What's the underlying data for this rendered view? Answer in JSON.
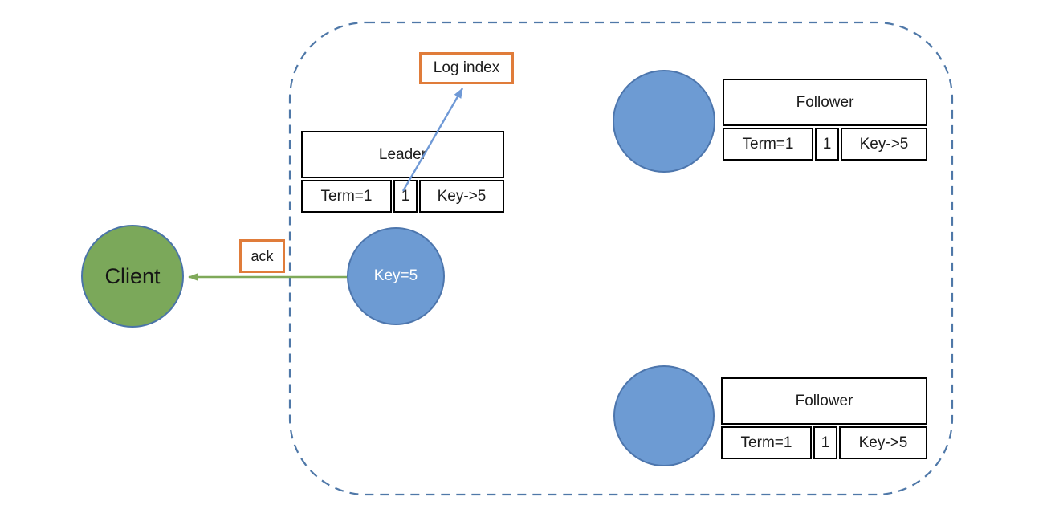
{
  "colors": {
    "client_fill": "#7ba85a",
    "node_fill": "#6d9bd3",
    "node_stroke": "#4d76ad",
    "accent_orange": "#e07c3a",
    "boundary_dash_blue": "#4f78a8",
    "arrow_green": "#7fa959",
    "arrow_blue": "#6f99d6",
    "table_border": "#000000"
  },
  "client": {
    "label": "Client"
  },
  "cluster": {
    "ack_label": "ack",
    "log_index_label": "Log index",
    "leader": {
      "title": "Leader",
      "cells": [
        "Term=1",
        "1",
        "Key->5"
      ],
      "entry_label": "Key=5"
    },
    "followers": [
      {
        "title": "Follower",
        "cells": [
          "Term=1",
          "1",
          "Key->5"
        ]
      },
      {
        "title": "Follower",
        "cells": [
          "Term=1",
          "1",
          "Key->5"
        ]
      }
    ]
  }
}
